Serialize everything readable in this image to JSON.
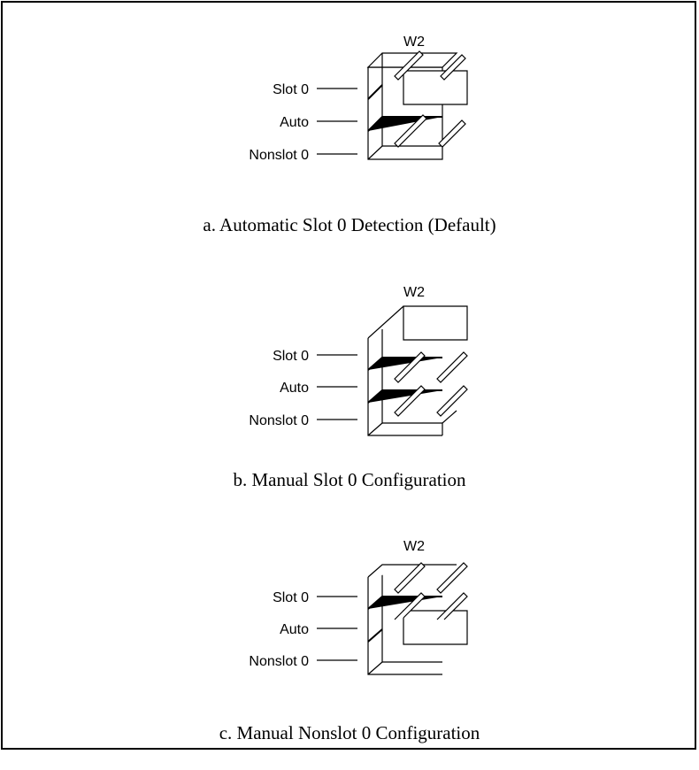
{
  "jumper_name": "W2",
  "pin_labels": [
    "Slot 0",
    "Auto",
    "Nonslot 0"
  ],
  "configurations": [
    {
      "caption": "a. Automatic Slot 0 Detection (Default)",
      "jumper_position": "Auto"
    },
    {
      "caption": "b. Manual Slot 0 Configuration",
      "jumper_position": "Slot 0"
    },
    {
      "caption": "c. Manual Nonslot 0 Configuration",
      "jumper_position": "Nonslot 0"
    }
  ]
}
